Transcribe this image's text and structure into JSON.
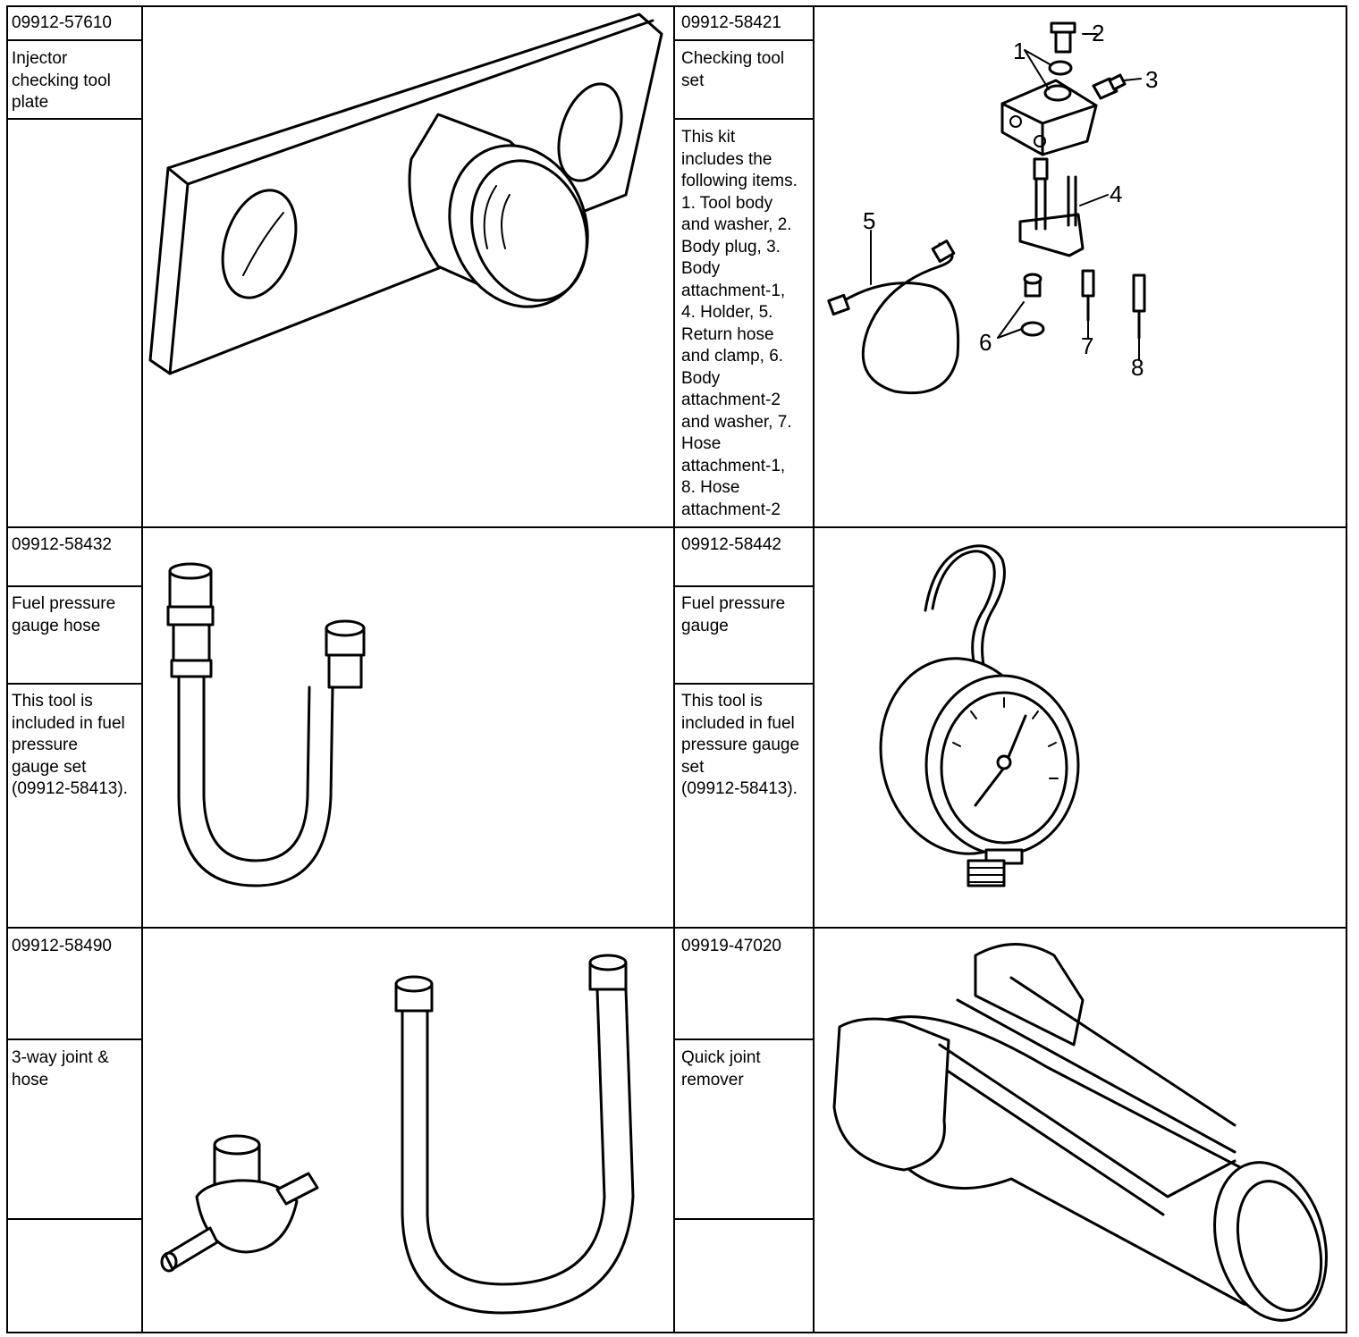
{
  "tools": [
    {
      "number": "09912-57610",
      "name": "Injector\nchecking tool\nplate",
      "note": "",
      "image": "injector-checking-tool-plate-drawing"
    },
    {
      "number": "09912-58421",
      "name": "Checking tool\nset",
      "note": "This kit\nincludes the\nfollowing items.\n1. Tool body\nand washer, 2.\nBody plug, 3.\nBody\nattachment-1,\n4. Holder, 5.\nReturn hose\nand clamp, 6.\nBody\nattachment-2\nand washer, 7.\nHose\nattachment-1,\n8. Hose\nattachment-2",
      "image": "checking-tool-set-drawing",
      "callouts": [
        "1",
        "2",
        "3",
        "4",
        "5",
        "6",
        "7",
        "8"
      ]
    },
    {
      "number": "09912-58432",
      "name": "Fuel pressure\ngauge hose",
      "note": "This tool is\nincluded in fuel\npressure\ngauge set\n(09912-58413).",
      "image": "fuel-pressure-gauge-hose-drawing"
    },
    {
      "number": "09912-58442",
      "name": "Fuel pressure\ngauge",
      "note": "This tool is\nincluded in fuel\npressure gauge\nset\n(09912-58413).",
      "image": "fuel-pressure-gauge-drawing"
    },
    {
      "number": "09912-58490",
      "name": "3-way joint &\nhose",
      "note": "",
      "image": "three-way-joint-and-hose-drawing"
    },
    {
      "number": "09919-47020",
      "name": "Quick joint\nremover",
      "note": "",
      "image": "quick-joint-remover-drawing"
    }
  ]
}
